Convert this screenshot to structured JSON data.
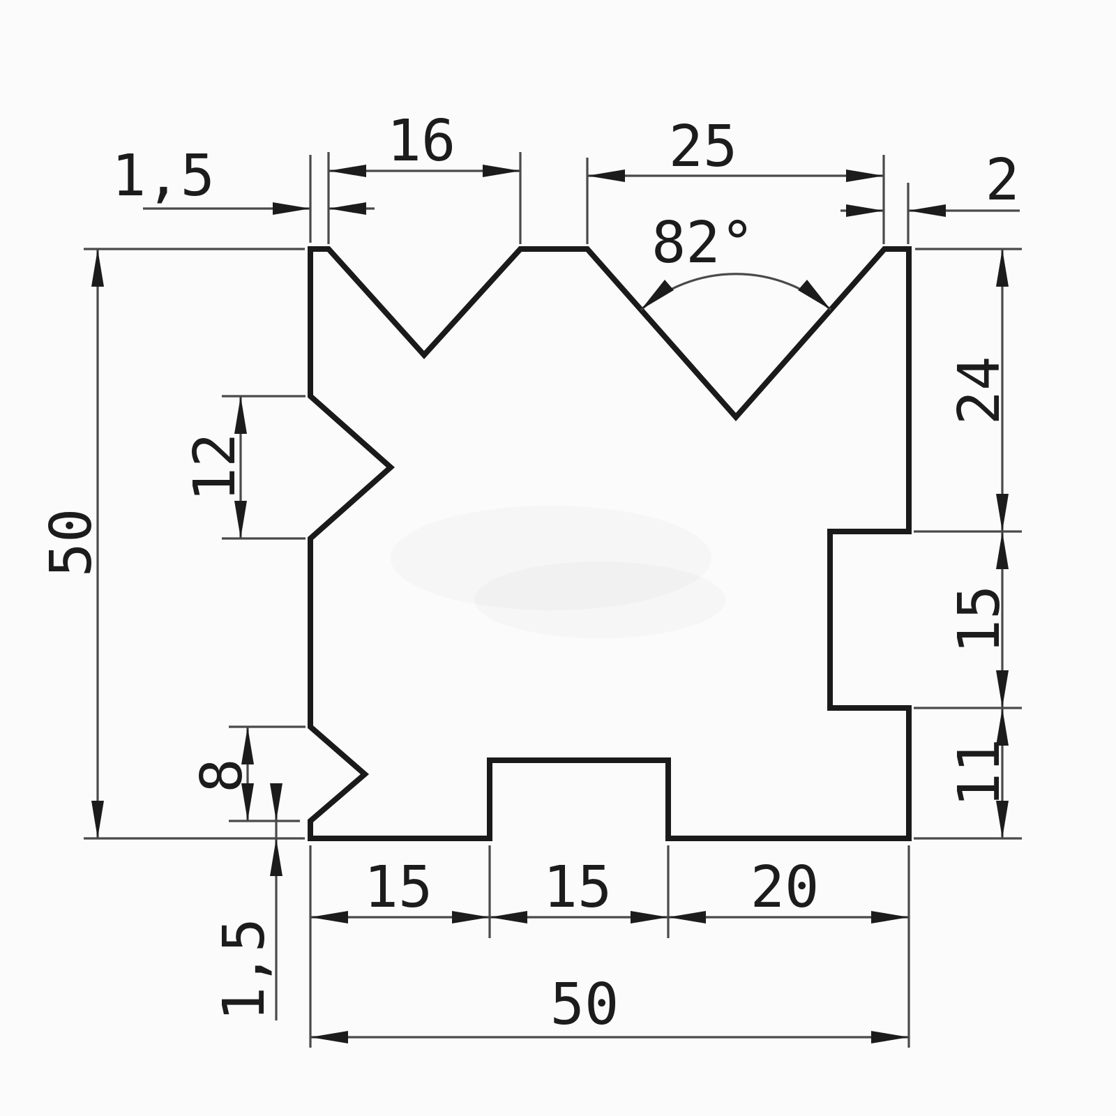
{
  "drawing": {
    "type": "technical-part-drawing",
    "background_color": "#fbfbfb",
    "outline_color": "#1a1a1a",
    "dimension_line_color": "#4a4a4a",
    "dims": {
      "top_left_flat": "1,5",
      "top_left_notch_width": "16",
      "top_right_notch_width": "25",
      "top_right_flat": "2",
      "notch_angle": "82°",
      "right_top_to_notch": "24",
      "right_notch_height": "15",
      "right_notch_to_bottom": "11",
      "overall_height": "50",
      "left_notch_height": "12",
      "left_lower_notch_height": "8",
      "left_lower_notch_offset": "1,5",
      "bottom_left_segment": "15",
      "bottom_notch_width": "15",
      "bottom_right_segment": "20",
      "overall_width": "50"
    }
  }
}
